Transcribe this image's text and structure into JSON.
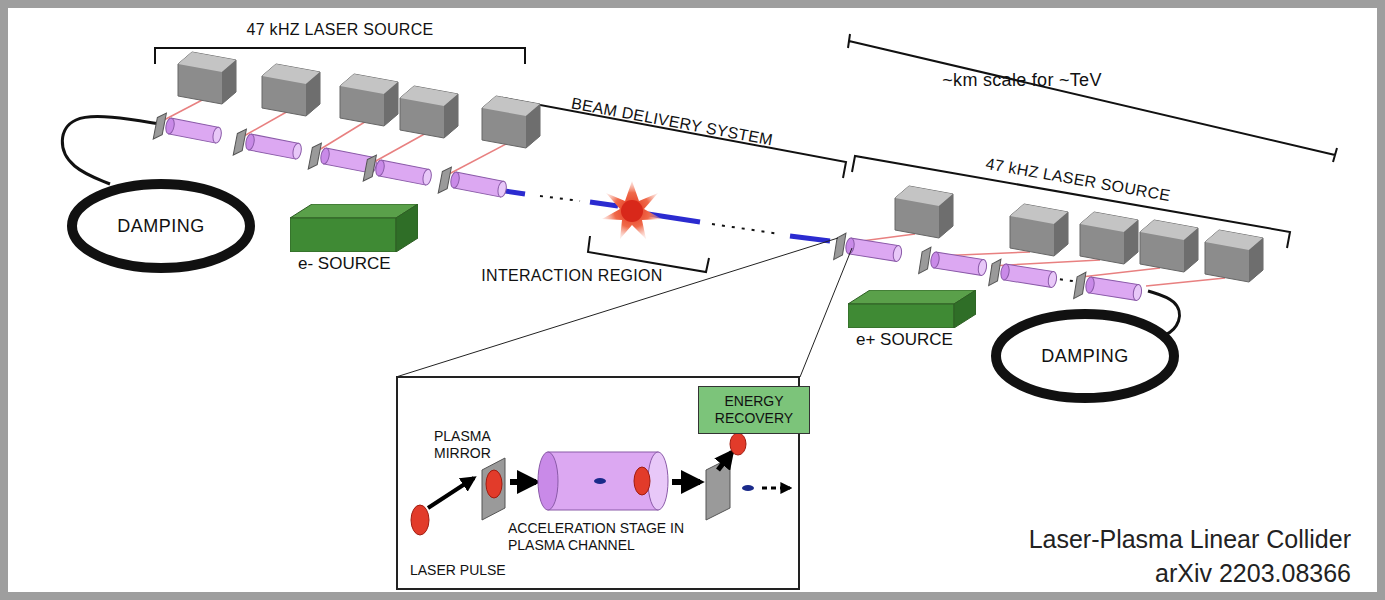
{
  "diagram": {
    "caption": "Laser-Plasma Linear Collider arXiv 2203.08366",
    "nodes": [
      {
        "text": [
          "DAMPING"
        ]
      },
      {
        "text": [
          "e- SOURCE"
        ]
      },
      {
        "text": [
          "DAMPING"
        ]
      },
      {
        "text": [
          "e+ SOURCE"
        ]
      },
      {
        "text": [
          "PLASMA MIRROR",
          "ACCELERATION STAGE IN PLASMA CHANNEL",
          "LASER PULSE"
        ]
      },
      {
        "text": [
          "ENERGY RECOVERY"
        ],
        "in": 4
      }
    ],
    "labels": [
      "47 kHZ LASER SOURCE",
      "BEAM DELIVERY SYSTEM",
      "INTERACTION REGION",
      "~km scale for ~TeV",
      "47 kHZ LASER SOURCE"
    ]
  }
}
